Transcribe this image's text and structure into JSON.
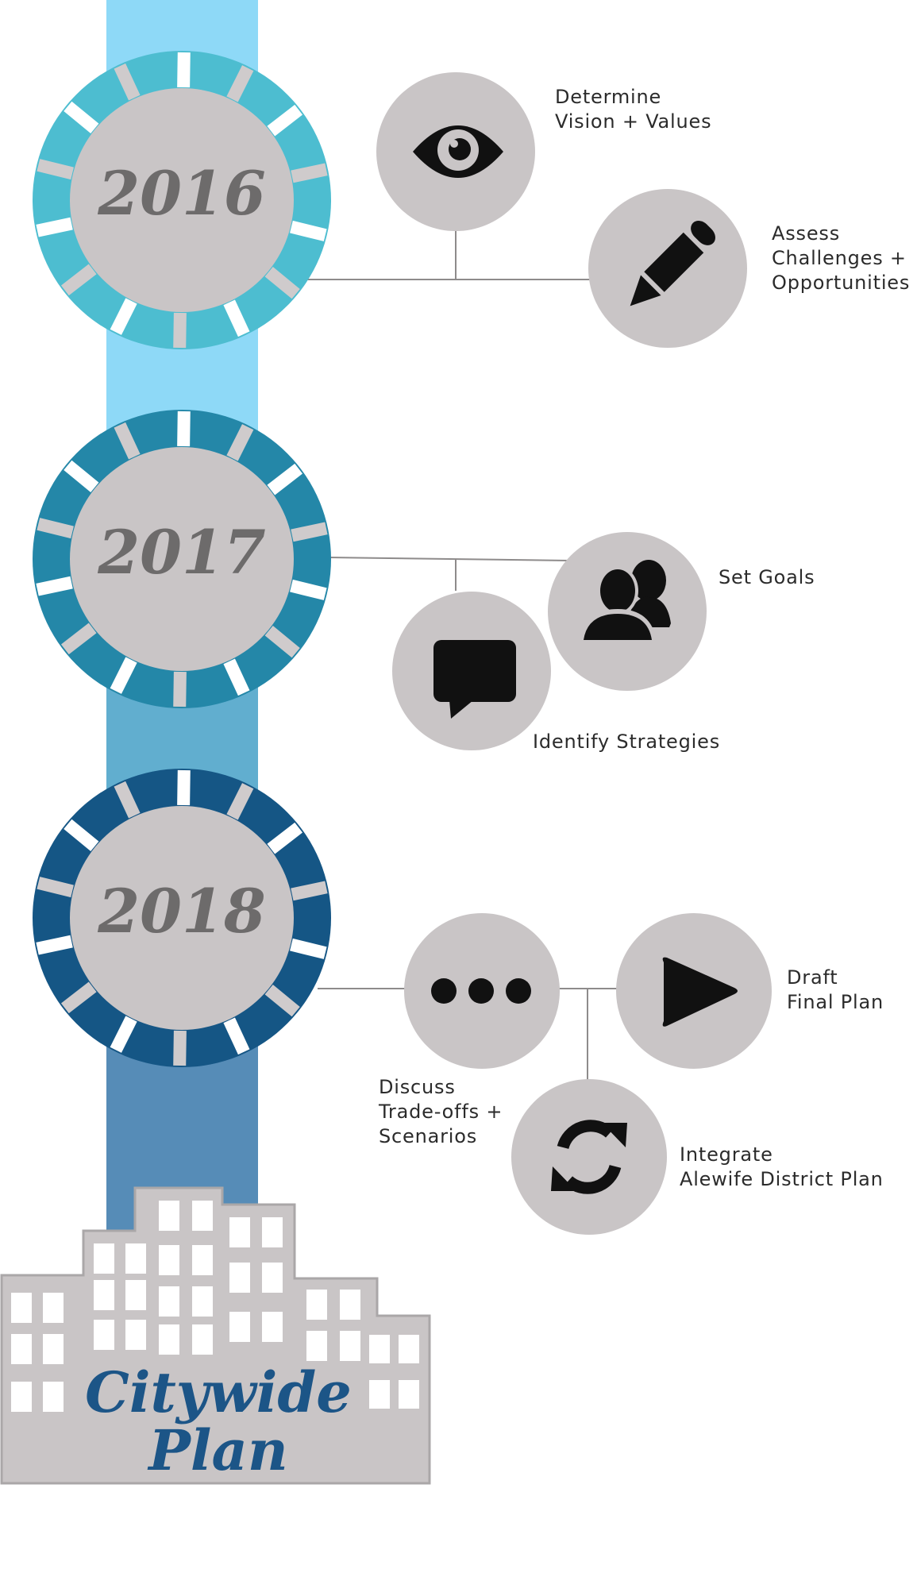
{
  "timeline": {
    "stages": [
      {
        "year": "2016",
        "color": "#4dbdd0"
      },
      {
        "year": "2017",
        "color": "#2487a8"
      },
      {
        "year": "2018",
        "color": "#155685"
      }
    ],
    "band_colors": [
      "#8ed9f7",
      "#61aecf",
      "#568cb7"
    ]
  },
  "steps": [
    {
      "icon": "eye-icon",
      "lines": [
        "Determine",
        "Vision + Values"
      ]
    },
    {
      "icon": "pencil-icon",
      "lines": [
        "Assess",
        "Challenges +",
        "Opportunities"
      ]
    },
    {
      "icon": "people-icon",
      "lines": [
        "Set Goals"
      ]
    },
    {
      "icon": "speech-bubble-icon",
      "lines": [
        "Identify Strategies"
      ]
    },
    {
      "icon": "ellipsis-icon",
      "lines": [
        "Discuss",
        "Trade-offs +",
        "Scenarios"
      ]
    },
    {
      "icon": "play-icon",
      "lines": [
        "Draft",
        "Final Plan"
      ]
    },
    {
      "icon": "refresh-icon",
      "lines": [
        "Integrate",
        "Alewife District Plan"
      ]
    }
  ],
  "citywide": {
    "line1": "Citywide",
    "line2": "Plan",
    "color": "#1c5587"
  },
  "colors": {
    "icon_circle": "#c9c5c6",
    "building": "#c9c5c6",
    "connector": "#8e8b8b"
  }
}
